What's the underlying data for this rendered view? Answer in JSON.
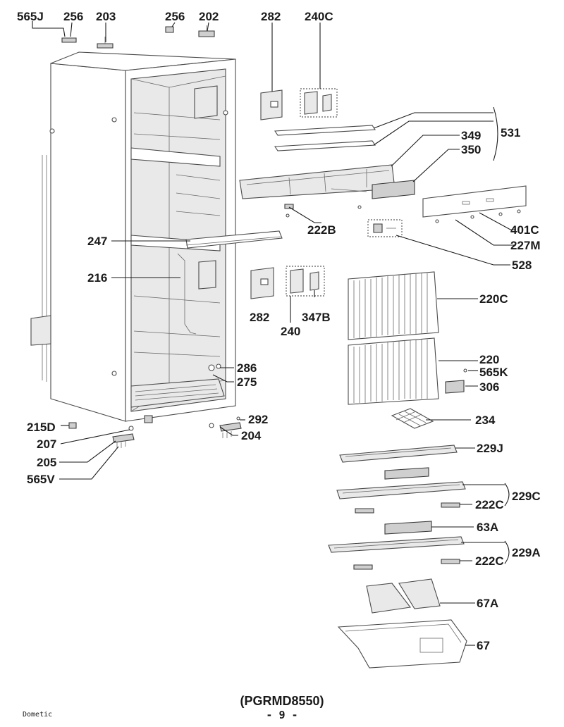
{
  "parts": {
    "p565J": "565J",
    "p256a": "256",
    "p203": "203",
    "p256b": "256",
    "p202": "202",
    "p282a": "282",
    "p240C": "240C",
    "p531": "531",
    "p349": "349",
    "p350": "350",
    "p222B": "222B",
    "p401C": "401C",
    "p227M": "227M",
    "p528": "528",
    "p247": "247",
    "p216": "216",
    "p282b": "282",
    "p240": "240",
    "p347B": "347B",
    "p220C": "220C",
    "p220": "220",
    "p565K": "565K",
    "p306": "306",
    "p286": "286",
    "p275": "275",
    "p292": "292",
    "p204": "204",
    "p215D": "215D",
    "p207": "207",
    "p205": "205",
    "p565V": "565V",
    "p234": "234",
    "p229J": "229J",
    "p229C": "229C",
    "p222Ca": "222C",
    "p63A": "63A",
    "p229A": "229A",
    "p222Cb": "222C",
    "p67A": "67A",
    "p67": "67"
  },
  "footer": {
    "model": "(PGRMD8550)",
    "page": "- 9 -",
    "brand": "Dometic"
  }
}
